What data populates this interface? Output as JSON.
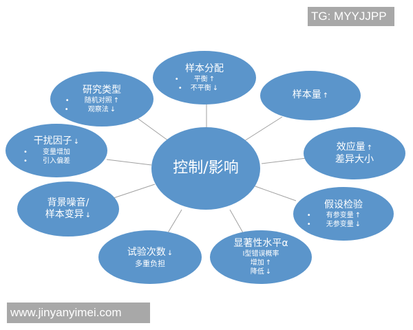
{
  "colors": {
    "node_fill": "#5b95cb",
    "connector": "#a0a0a0",
    "badge_bg": "#a8a8a8",
    "text": "#ffffff"
  },
  "watermarks": {
    "top_right": "TG: MYYJJPP",
    "bottom_left": "www.jinyanyimei.com"
  },
  "center": {
    "title": "控制/影响"
  },
  "nodes": {
    "sample_allocation": {
      "title": "样本分配",
      "items": [
        {
          "text": "平衡",
          "arrow": "↑"
        },
        {
          "text": "不平衡",
          "arrow": "↓"
        }
      ]
    },
    "study_type": {
      "title": "研究类型",
      "items": [
        {
          "text": "随机对照",
          "arrow": "↑"
        },
        {
          "text": "观察法",
          "arrow": "↓"
        }
      ]
    },
    "sample_size": {
      "title": "样本量",
      "arrow": "↑"
    },
    "confounders": {
      "title": "干扰因子",
      "arrow": "↓",
      "items": [
        {
          "text": "变量增加"
        },
        {
          "text": "引入偏差"
        }
      ]
    },
    "effect_size": {
      "title": "效应量",
      "arrow": "↑",
      "line2": "差异大小"
    },
    "noise": {
      "title": "背景噪音/",
      "line2": "样本变异",
      "arrow": "↓"
    },
    "hypothesis_test": {
      "title": "假设检验",
      "items": [
        {
          "text": "有参变量",
          "arrow": "↑"
        },
        {
          "text": "无参变量",
          "arrow": "↓"
        }
      ]
    },
    "trial_count": {
      "title": "试验次数",
      "arrow": "↓",
      "line2": "多重负担"
    },
    "significance": {
      "title": "显著性水平α",
      "line2": "I型错误概率",
      "items": [
        {
          "text": "增加",
          "arrow": "↑"
        },
        {
          "text": "降低",
          "arrow": "↓"
        }
      ]
    }
  }
}
